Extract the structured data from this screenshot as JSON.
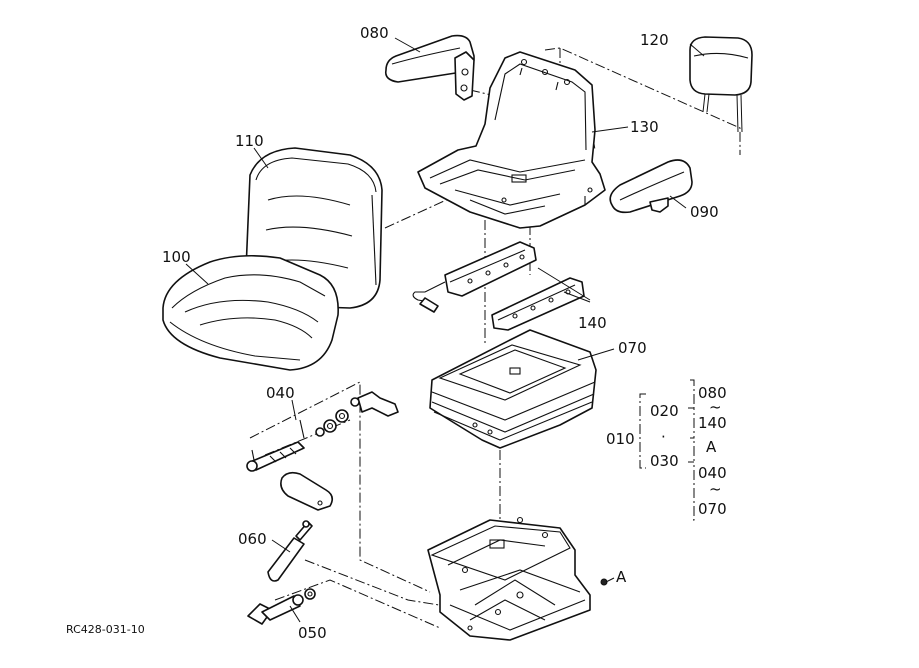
{
  "diagram": {
    "reference_code": "RC428-031-10",
    "callouts": {
      "p080": "080",
      "p120": "120",
      "p130": "130",
      "p110": "110",
      "p090": "090",
      "p100": "100",
      "p140": "140",
      "p070": "070",
      "p040": "040",
      "p060": "060",
      "p050": "050",
      "markA": "A"
    },
    "assembly_legend": {
      "root": "010",
      "left_upper": "020",
      "left_lower": "030",
      "dot": "·",
      "right_col": [
        "080",
        "~",
        "140",
        "A",
        "040",
        "~",
        "070"
      ]
    }
  }
}
